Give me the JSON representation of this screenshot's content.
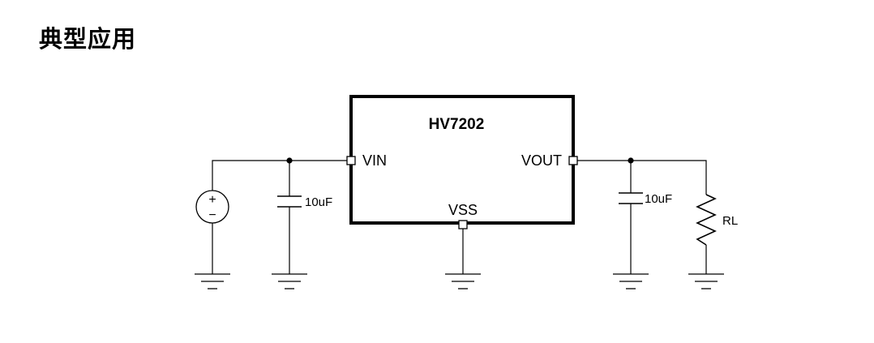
{
  "page": {
    "title": "典型应用"
  },
  "chip": {
    "name": "HV7202",
    "pins": {
      "vin": "VIN",
      "vout": "VOUT",
      "vss": "VSS"
    }
  },
  "components": {
    "input_cap": "10uF",
    "output_cap": "10uF",
    "load": "RL",
    "source_plus": "+",
    "source_minus": "−"
  }
}
